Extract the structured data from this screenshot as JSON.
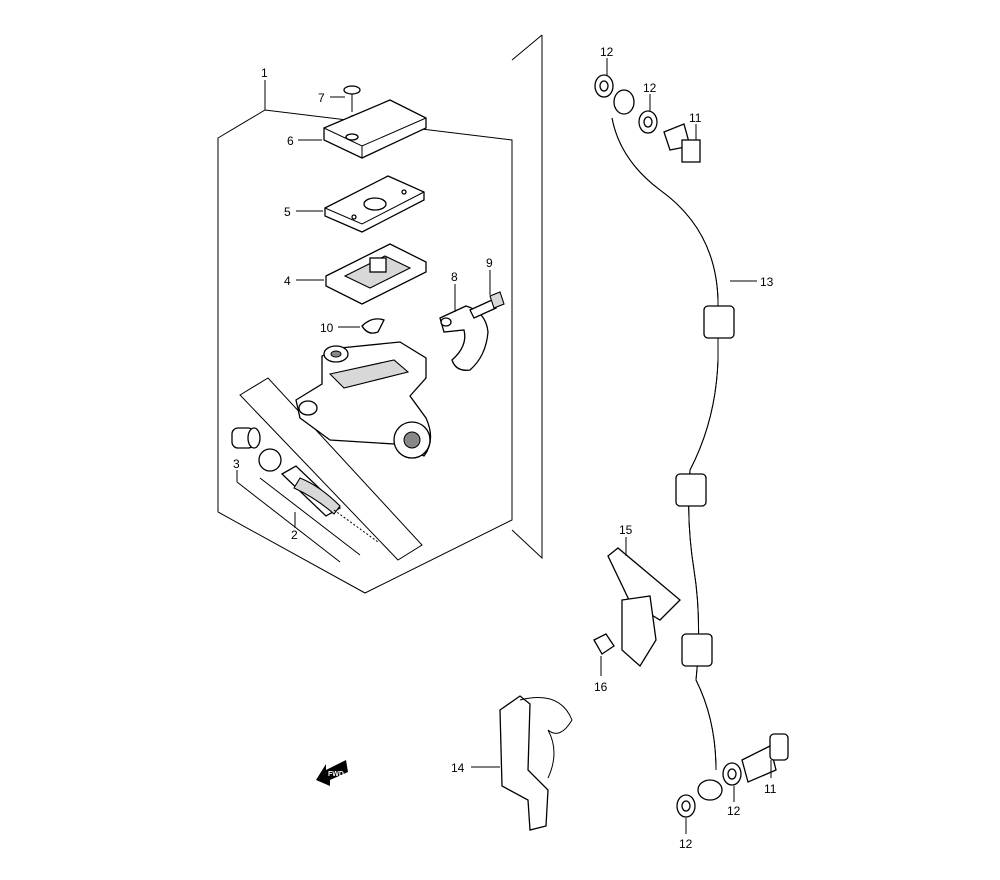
{
  "diagram": {
    "fwd_label": "FWD",
    "callouts": [
      {
        "id": "c1",
        "text": "1"
      },
      {
        "id": "c2",
        "text": "2"
      },
      {
        "id": "c3",
        "text": "3"
      },
      {
        "id": "c4",
        "text": "4"
      },
      {
        "id": "c5",
        "text": "5"
      },
      {
        "id": "c6",
        "text": "6"
      },
      {
        "id": "c7",
        "text": "7"
      },
      {
        "id": "c8",
        "text": "8"
      },
      {
        "id": "c9",
        "text": "9"
      },
      {
        "id": "c10",
        "text": "10"
      },
      {
        "id": "c11a",
        "text": "11"
      },
      {
        "id": "c11b",
        "text": "11"
      },
      {
        "id": "c12a",
        "text": "12"
      },
      {
        "id": "c12b",
        "text": "12"
      },
      {
        "id": "c12c",
        "text": "12"
      },
      {
        "id": "c12d",
        "text": "12"
      },
      {
        "id": "c13",
        "text": "13"
      },
      {
        "id": "c14",
        "text": "14"
      },
      {
        "id": "c15",
        "text": "15"
      },
      {
        "id": "c16",
        "text": "16"
      }
    ]
  }
}
